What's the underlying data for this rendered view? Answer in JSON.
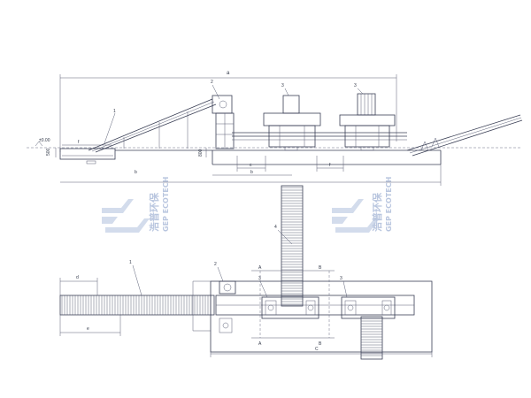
{
  "watermark": {
    "logo_icon": "gep-logo-icon",
    "text_cn": "浩普环保",
    "text_en": "GEP ECOTECH",
    "color": "#b9c6df"
  },
  "elevation": {
    "dim_a": "a",
    "dim_b_lower": "b",
    "dim_b_upper": "b",
    "dim_c": "c",
    "dim_f_left": "f",
    "dim_f_right": "f",
    "level_mark": "±0.00",
    "callouts": [
      "1",
      "2",
      "3",
      "3"
    ],
    "side_dims": [
      "500",
      "800"
    ]
  },
  "plan": {
    "callouts": [
      "1",
      "2",
      "3",
      "3",
      "4"
    ],
    "dim_d": "d",
    "dim_e": "e",
    "dim_C": "C",
    "section_A_top": "A",
    "section_A_bottom": "A",
    "section_B_top": "B",
    "section_B_bottom": "B"
  },
  "colors": {
    "line": "#3a3f55",
    "watermark": "#b9c6df"
  }
}
